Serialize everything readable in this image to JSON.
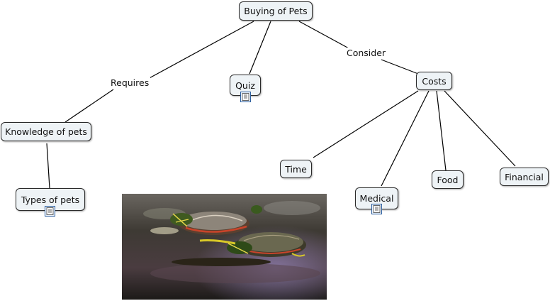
{
  "nodes": {
    "buying_of_pets": "Buying of Pets",
    "quiz": "Quiz",
    "costs": "Costs",
    "knowledge_of_pets": "Knowledge of pets",
    "types_of_pets": "Types of pets",
    "time": "Time",
    "medical": "Medical",
    "food": "Food",
    "financial": "Financial"
  },
  "link_labels": {
    "requires": "Requires",
    "consider": "Consider"
  },
  "icons": {
    "quiz_resource": "document-icon",
    "types_resource": "document-icon",
    "medical_resource": "document-icon"
  },
  "image": {
    "subject": "turtles"
  }
}
